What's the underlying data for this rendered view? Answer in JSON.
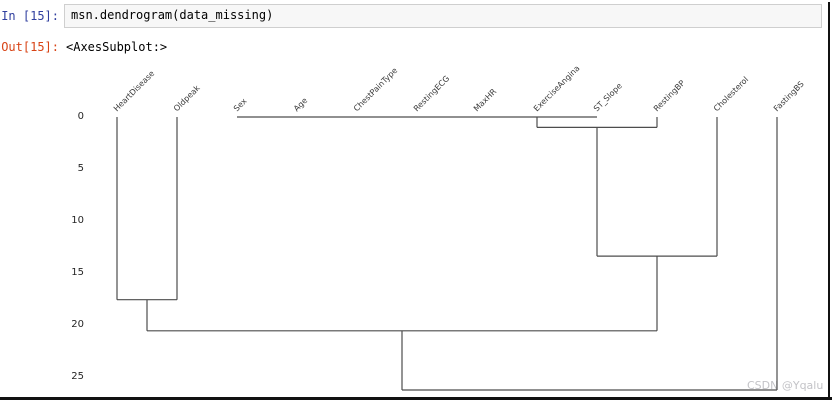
{
  "cell": {
    "in_prompt": "In [15]:",
    "code": "msn.dendrogram(data_missing)",
    "out_prompt": "Out[15]:",
    "out_value": "<AxesSubplot:>"
  },
  "watermark": "CSDN @Yqalu",
  "colors": {
    "in_prompt": "#303f9f",
    "out_prompt": "#d84315",
    "cell_bg": "#f7f7f7",
    "cell_border": "#cfcfcf",
    "dendrogram_line": "#4d4d4d",
    "watermark": "#c3c3c7",
    "frame": "#111111",
    "tick_label": "#262626"
  },
  "chart_data": {
    "type": "dendrogram",
    "title": "",
    "xlabel": "",
    "ylabel": "",
    "orientation": "top-down",
    "y_axis_inverted": true,
    "grid": false,
    "leaves": [
      "HeartDisease",
      "Oldpeak",
      "Sex",
      "Age",
      "ChestPainType",
      "RestingECG",
      "MaxHR",
      "ExerciseAngina",
      "ST_Slope",
      "RestingBP",
      "Cholesterol",
      "FastingBS"
    ],
    "yticks": [
      0,
      5,
      10,
      15,
      20,
      25
    ],
    "ylim": [
      0,
      26.5
    ],
    "links": [
      {
        "x1": 2,
        "x2": 8,
        "h": 0,
        "b1": 0,
        "b2": 0
      },
      {
        "x1": 7,
        "x2": 9,
        "h": 1,
        "b1": 0,
        "b2": 0
      },
      {
        "x1": 8,
        "x2": 10,
        "h": 13.4,
        "b1": 1,
        "b2": 0
      },
      {
        "x1": 0,
        "x2": 1,
        "h": 17.6,
        "b1": 0,
        "b2": 0
      },
      {
        "x1": 0.5,
        "x2": 9,
        "h": 20.6,
        "b1": 17.6,
        "b2": 13.4
      },
      {
        "x1": 4.75,
        "x2": 11,
        "h": 26.3,
        "b1": 20.6,
        "b2": 0
      }
    ]
  }
}
